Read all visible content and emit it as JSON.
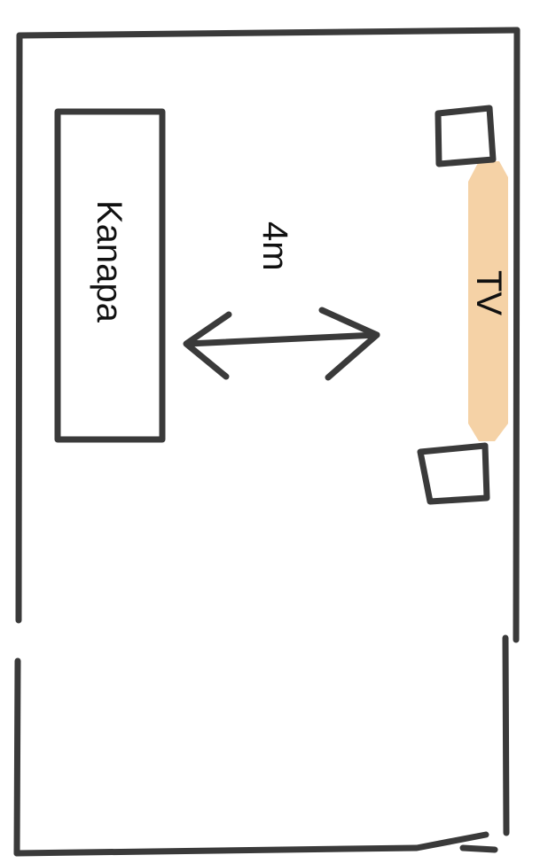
{
  "diagram": {
    "sofa_label": "Kanapa",
    "distance_label": "4m",
    "tv_label": "TV",
    "colors": {
      "tv_fill": "#F5D2A6",
      "line": "#3a3a3a"
    }
  }
}
